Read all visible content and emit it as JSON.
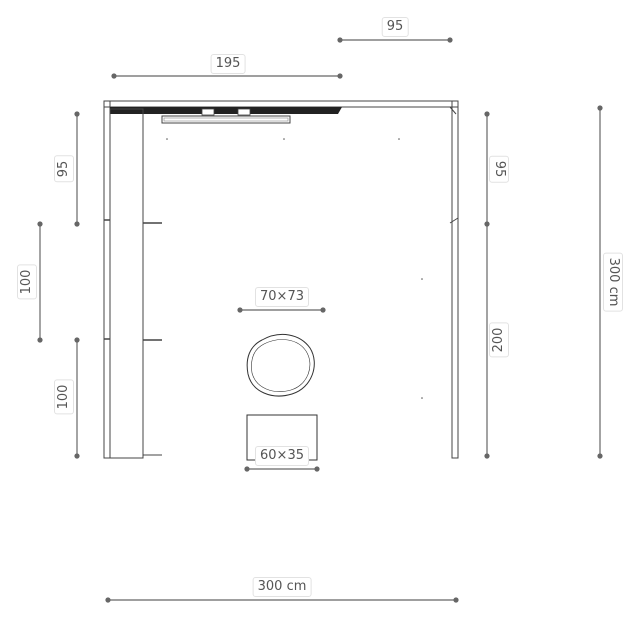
{
  "dimensions": {
    "top_right_width": "95",
    "top_left_width": "195",
    "left_upper_height": "95",
    "left_middle_height": "100",
    "left_lower_height": "100",
    "right_upper_height": "95",
    "right_lower_height": "200",
    "total_height": "300 cm",
    "total_width": "300 cm",
    "pouf_size": "70×73",
    "table_size": "60×35"
  },
  "colors": {
    "line": "#666666",
    "wall": "#333333"
  }
}
